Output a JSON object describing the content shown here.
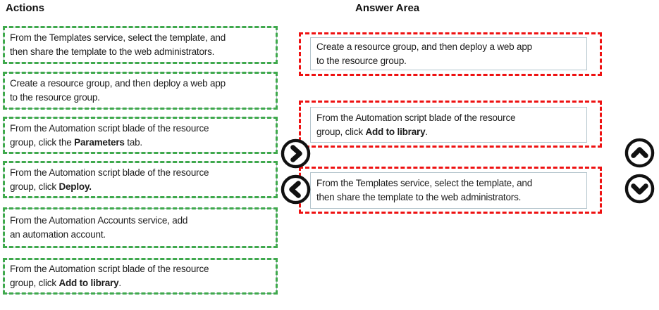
{
  "headers": {
    "actions": "Actions",
    "answer_area": "Answer Area"
  },
  "colors": {
    "action_dash": "#3fa94c",
    "answer_dash": "#ee1111",
    "box_border": "#b4c5cd",
    "icon": "#111111"
  },
  "actions": [
    {
      "segments": [
        {
          "t": "From the Templates service, select the template, and\nthen share the template to the web administrators."
        }
      ]
    },
    {
      "segments": [
        {
          "t": "Create a resource group, and then deploy a web app\nto the resource group."
        }
      ]
    },
    {
      "segments": [
        {
          "t": "From the Automation script blade of the resource\ngroup, click the "
        },
        {
          "t": "Parameters",
          "b": true
        },
        {
          "t": " tab."
        }
      ]
    },
    {
      "segments": [
        {
          "t": "From the Automation script blade of the resource\ngroup, click "
        },
        {
          "t": "Deploy.",
          "b": true
        }
      ]
    },
    {
      "segments": [
        {
          "t": "From the Automation Accounts service, add\nan automation account."
        }
      ]
    },
    {
      "segments": [
        {
          "t": "From the Automation script blade of the resource\ngroup, click "
        },
        {
          "t": "Add to library",
          "b": true
        },
        {
          "t": "."
        }
      ]
    }
  ],
  "answers": [
    {
      "segments": [
        {
          "t": "Create a resource group, and then deploy a web app\nto the resource group."
        }
      ]
    },
    {
      "segments": [
        {
          "t": "From the Automation script blade of the resource\ngroup, click "
        },
        {
          "t": "Add to library",
          "b": true
        },
        {
          "t": "."
        }
      ]
    },
    {
      "segments": [
        {
          "t": "From the Templates service, select the template, and\nthen share the template to the web administrators."
        }
      ]
    }
  ],
  "controls": {
    "move_right_icon": "chevron-right-circle",
    "move_left_icon": "chevron-left-circle",
    "move_up_icon": "chevron-up-circle",
    "move_down_icon": "chevron-down-circle"
  }
}
